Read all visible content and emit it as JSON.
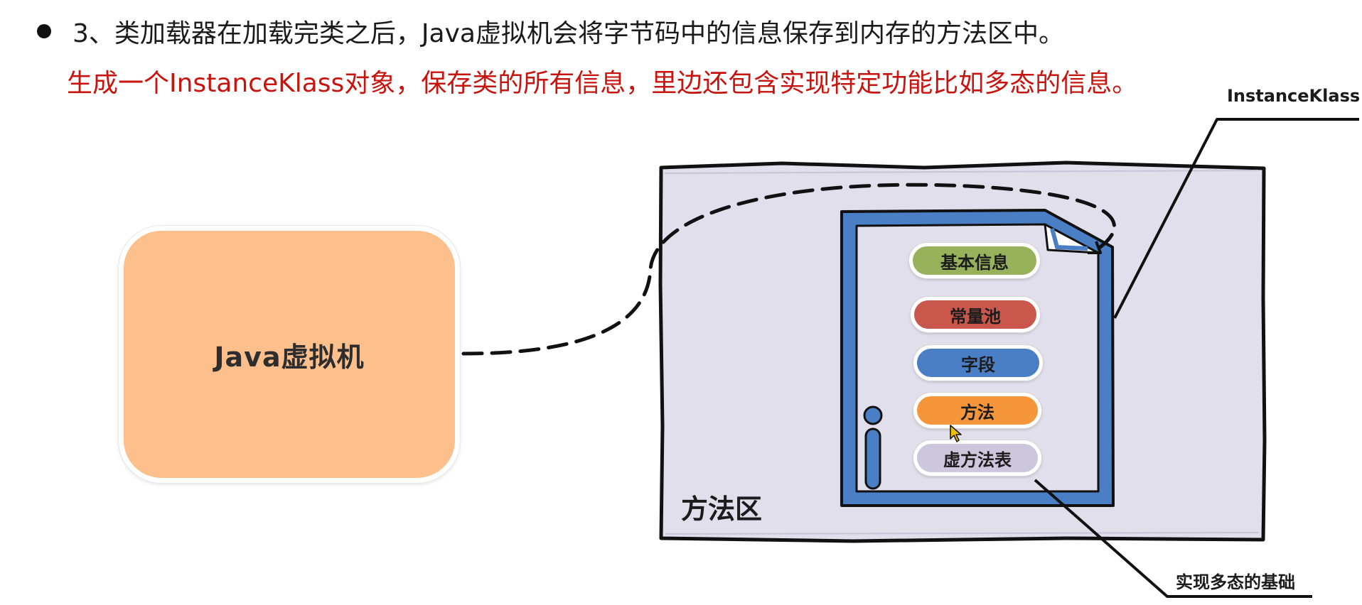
{
  "heading": {
    "bullet_text": "3、类加载器在加载完类之后，Java虚拟机会将字节码中的信息保存到内存的方法区中。",
    "sub_text": "生成一个InstanceKlass对象，保存类的所有信息，里边还包含实现特定功能比如多态的信息。"
  },
  "diagram": {
    "jvm_label": "Java虚拟机",
    "method_area_label": "方法区",
    "instance_klass_label": "InstanceKlass",
    "polymorphism_label": "实现多态的基础",
    "items": [
      {
        "label": "基本信息",
        "color": "#97b25b"
      },
      {
        "label": "常量池",
        "color": "#c9574c"
      },
      {
        "label": "字段",
        "color": "#4a7fc6"
      },
      {
        "label": "方法",
        "color": "#f6963b"
      },
      {
        "label": "虚方法表",
        "color": "#cdc7de"
      }
    ],
    "colors": {
      "method_area_fill": "#e2dfec",
      "document_border": "#4a7fc6",
      "jvm_box": "#fdbf8b",
      "red_text": "#c8140f"
    }
  }
}
